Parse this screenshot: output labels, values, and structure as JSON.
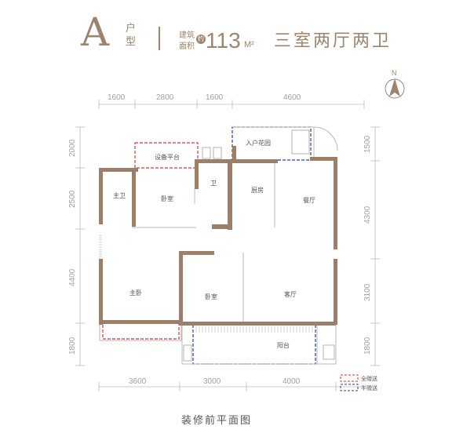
{
  "header": {
    "type_letter": "A",
    "type_char1": "户",
    "type_char2": "型",
    "area_label1": "建筑",
    "area_label2": "面积",
    "area_approx": "约",
    "area_value": "113",
    "area_unit": "M²",
    "layout": "三室两厅两卫"
  },
  "compass": {
    "letter": "N"
  },
  "dimensions": {
    "top": [
      "1600",
      "2800",
      "1600",
      "4600"
    ],
    "bottom": [
      "3600",
      "3000",
      "4000"
    ],
    "left": [
      "2000",
      "2500",
      "4400",
      "1800"
    ],
    "right": [
      "1500",
      "4300",
      "3100",
      "1800"
    ]
  },
  "rooms": {
    "equipment_platform": "设备平台",
    "entry_garden": "入户花园",
    "master_bath": "主卫",
    "bedroom_top": "卧室",
    "bath": "卫",
    "kitchen": "厨房",
    "dining": "餐厅",
    "master_bedroom": "主卧",
    "bedroom_mid": "卧室",
    "living": "客厅",
    "balcony": "阳台"
  },
  "legend": {
    "full_gift": "全赠送",
    "half_gift": "半赠送",
    "full_color": "#d23a3a",
    "half_color": "#2c3e9a"
  },
  "caption": "装修前平面图"
}
